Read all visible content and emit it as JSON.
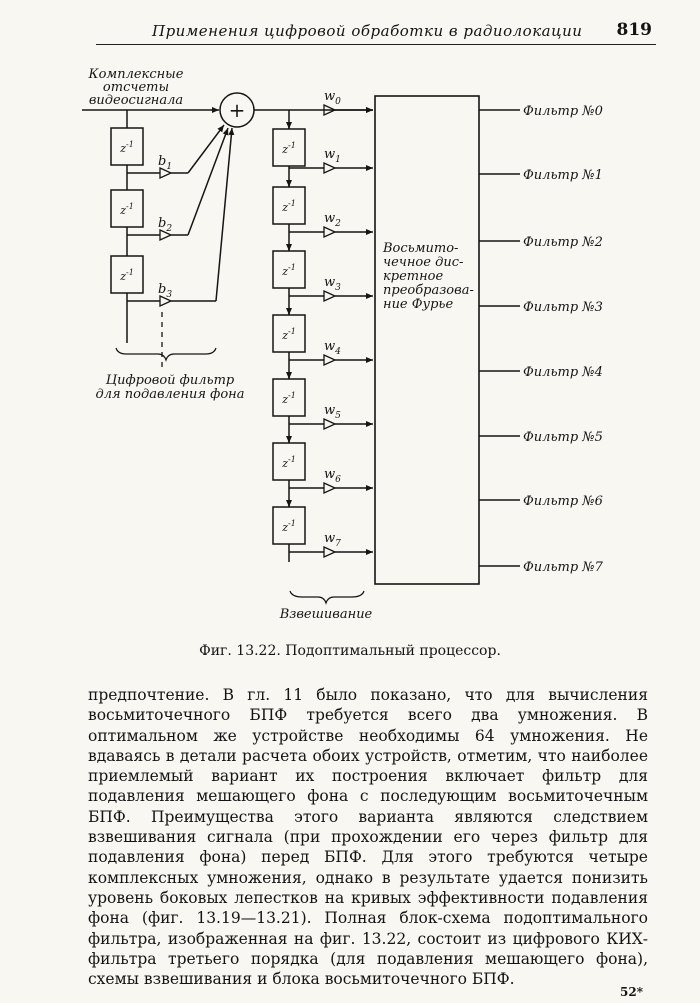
{
  "header": {
    "running_title": "Применения цифровой обработки в радиолокации",
    "page_number": "819"
  },
  "diagram": {
    "input_label_lines": [
      "Комплексные",
      "отсчеты",
      "видеосигнала"
    ],
    "adder_symbol": "+",
    "delay_label": "z",
    "delay_exp": "-1",
    "b_coeffs": [
      {
        "base": "b",
        "sub": "1"
      },
      {
        "base": "b",
        "sub": "2"
      },
      {
        "base": "b",
        "sub": "3"
      }
    ],
    "w_coeffs": [
      {
        "base": "w",
        "sub": "0"
      },
      {
        "base": "w",
        "sub": "1"
      },
      {
        "base": "w",
        "sub": "2"
      },
      {
        "base": "w",
        "sub": "3"
      },
      {
        "base": "w",
        "sub": "4"
      },
      {
        "base": "w",
        "sub": "5"
      },
      {
        "base": "w",
        "sub": "6"
      },
      {
        "base": "w",
        "sub": "7"
      }
    ],
    "dft_label_lines": [
      "Восьмито-",
      "чечное дис-",
      "кретное",
      "преобразова-",
      "ние Фурье"
    ],
    "outputs": [
      "Фильтр №0",
      "Фильтр №1",
      "Фильтр №2",
      "Фильтр №3",
      "Фильтр №4",
      "Фильтр №5",
      "Фильтр №6",
      "Фильтр №7"
    ],
    "filter_caption_lines": [
      "Цифровой фильтр",
      "для подавления фона"
    ],
    "weighting_caption": "Взвешивание"
  },
  "caption": "Фиг. 13.22. Подоптимальный процессор.",
  "body_text": "предпочтение. В гл. 11 было показано, что для вычисления восьмиточечного БПФ требуется всего два умножения. В оптимальном же устройстве необходимы 64 умножения. Не вдаваясь в детали расчета обоих устройств, отметим, что наиболее приемлемый вариант их построения включает фильтр для подавления мешающего фона с последующим восьмиточечным БПФ. Преимущества этого варианта являются следствием взвешивания сигнала (при прохождении его через фильтр для подавления фона) перед БПФ. Для этого требуются четыре комплексных умножения, однако в результате удается понизить уровень боковых лепестков на кривых эффективности подавления фона (фиг. 13.19—13.21). Полная блок-схема подоптимального фильтра, изображенная на фиг. 13.22, состоит из цифрового КИХ-фильтра третьего порядка (для подавления мешающего фона), схемы взвешивания и блока восьмиточечного БПФ.",
  "footer_mark": "52*"
}
